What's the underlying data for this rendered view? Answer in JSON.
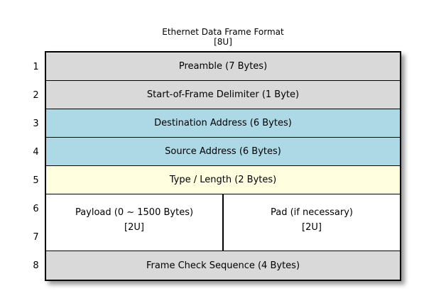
{
  "title": "Ethernet Data Frame Format",
  "subtitle": "[8U]",
  "row_numbers": [
    "1",
    "2",
    "3",
    "4",
    "5",
    "6",
    "7",
    "8"
  ],
  "fields": [
    {
      "label": "Preamble (7 Bytes)",
      "fill": "gray"
    },
    {
      "label": "Start-of-Frame Delimiter (1 Byte)",
      "fill": "gray"
    },
    {
      "label": "Destination Address (6 Bytes)",
      "fill": "blue"
    },
    {
      "label": "Source Address (6 Bytes)",
      "fill": "blue"
    },
    {
      "label": "Type / Length (2 Bytes)",
      "fill": "yellow"
    },
    {
      "label": "Frame Check Sequence (4 Bytes)",
      "fill": "gray"
    }
  ],
  "payload_cell": {
    "line1": "Payload (0 ~ 1500 Bytes)",
    "line2": "[2U]"
  },
  "pad_cell": {
    "line1": "Pad (if necessary)",
    "line2": "[2U]"
  },
  "colors": {
    "gray": "#d9d9d9",
    "blue": "#add8e6",
    "yellow": "#ffffe0",
    "white": "#ffffff",
    "border": "#000000",
    "background": "#ffffff",
    "text": "#000000"
  }
}
